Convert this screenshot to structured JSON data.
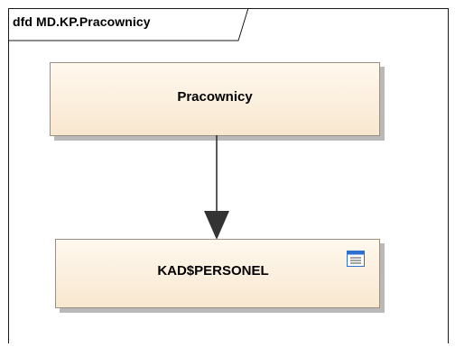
{
  "frame": {
    "title": "dfd MD.KP.Pracownicy"
  },
  "nodes": [
    {
      "label": "Pracownicy"
    },
    {
      "label": "KAD$PERSONEL",
      "icon": "table-icon"
    }
  ],
  "edges": [
    {
      "from": "Pracownicy",
      "to": "KAD$PERSONEL"
    }
  ],
  "colors": {
    "node_fill_top": "#fff8ee",
    "node_fill_bottom": "#f8e7cf",
    "node_border": "#9c8e7e",
    "shadow": "#b9b9b9",
    "arrow": "#333333",
    "icon_blue": "#2f6fd0"
  }
}
